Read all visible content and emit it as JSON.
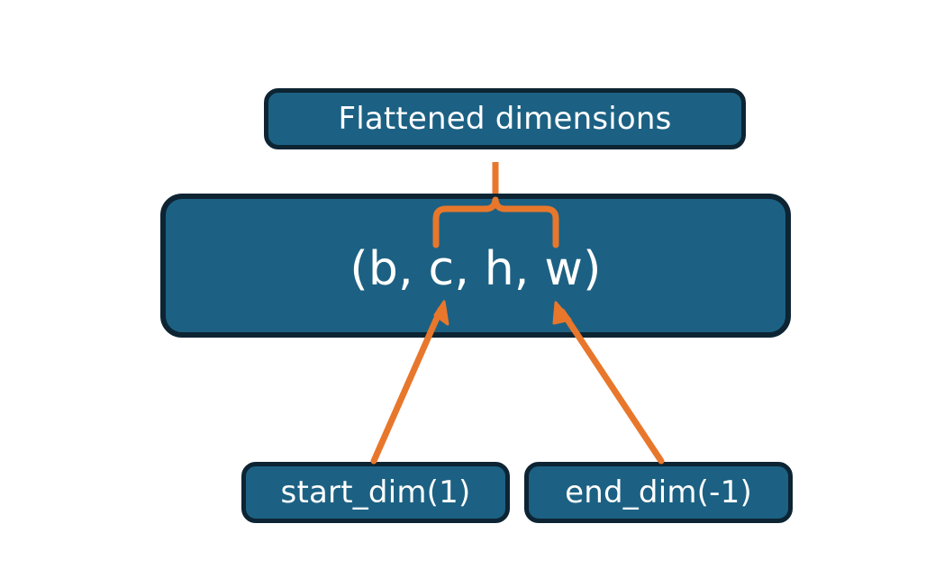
{
  "diagram": {
    "title_node": {
      "label": "Flattened dimensions"
    },
    "shape_node": {
      "label": "(b, c, h, w)"
    },
    "start_node": {
      "label": "start_dim(1)"
    },
    "end_node": {
      "label": "end_dim(-1)"
    },
    "connectors": {
      "brace_label": "brace-over-flattened-dims",
      "start_arrow_label": "arrow-start-dim-to-c",
      "end_arrow_label": "arrow-end-dim-to-w"
    },
    "colors": {
      "node_fill": "#1c6183",
      "node_border": "#0d2433",
      "node_text": "#ffffff",
      "accent_orange": "#e8772c",
      "background": "#ffffff"
    }
  }
}
